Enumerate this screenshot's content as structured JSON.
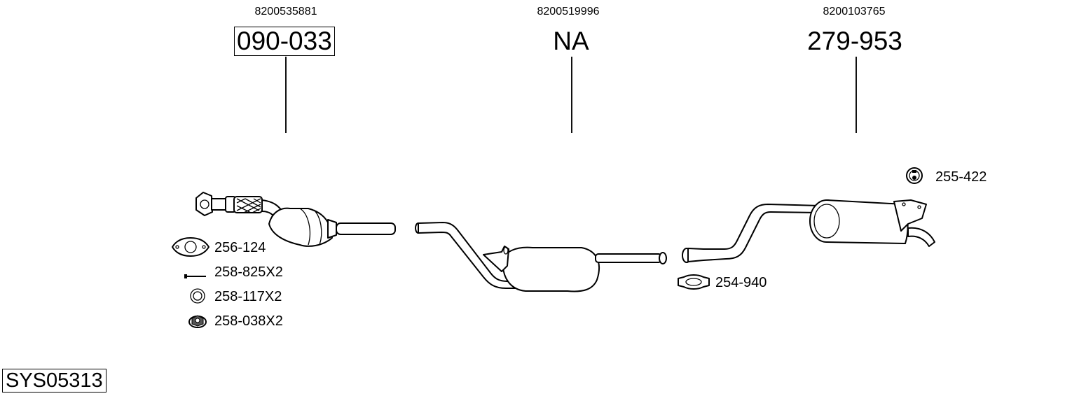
{
  "system_code": "SYS05313",
  "sections": [
    {
      "oem_number": "8200535881",
      "part_number": "090-033",
      "boxed": true,
      "component": "catalytic-converter-front-pipe"
    },
    {
      "oem_number": "8200519996",
      "part_number": "NA",
      "boxed": false,
      "component": "middle-silencer"
    },
    {
      "oem_number": "8200103765",
      "part_number": "279-953",
      "boxed": false,
      "component": "rear-silencer"
    }
  ],
  "accessories": [
    {
      "label": "256-124",
      "icon": "gasket-icon"
    },
    {
      "label": "258-825X2",
      "icon": "bolt-icon"
    },
    {
      "label": "258-117X2",
      "icon": "washer-ring-icon"
    },
    {
      "label": "258-038X2",
      "icon": "flange-nut-icon"
    },
    {
      "label": "254-940",
      "icon": "pipe-clamp-icon"
    },
    {
      "label": "255-422",
      "icon": "rubber-mount-icon"
    }
  ]
}
